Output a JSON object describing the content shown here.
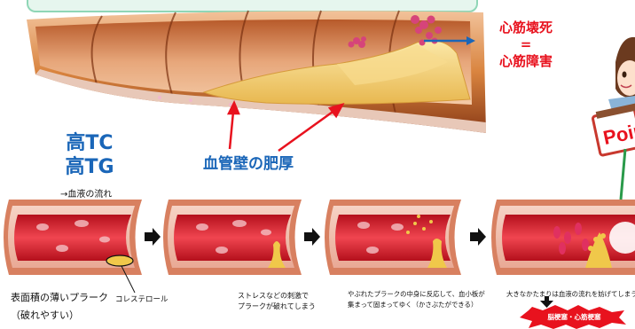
{
  "labels": {
    "necrosis_line1": "心筋壊死",
    "necrosis_eq": "=",
    "necrosis_line2": "心筋障害",
    "high_tc": "高TC",
    "high_tg": "高TG",
    "vessel_wall": "血管壁の肥厚",
    "blood_flow": "→血液の流れ",
    "thin_plaque_line1": "表面積の薄いプラーク",
    "thin_plaque_line2": "（破れやすい）",
    "cholesterol": "コレステロール",
    "stage2_line1": "ストレスなどの刺激で",
    "stage2_line2": "プラークが破れてしまう",
    "stage3_line1": "やぶれたプラークの中身に反応して、血小板が",
    "stage3_line2": "集まって固まってゆく（かさぶたができる）",
    "stage4": "大きなかたまりは血液の流れを妨げてしまう",
    "result": "脳梗塞・心筋梗塞",
    "point_badge": "Poin"
  },
  "colors": {
    "title_blue": "#1a66b8",
    "alert_red": "#e8121e",
    "vessel_outer": "#c8703a",
    "blood_red": "#d91e2a",
    "plaque_yellow": "#f0c84a",
    "top_bar_green": "#8fd6b6"
  }
}
